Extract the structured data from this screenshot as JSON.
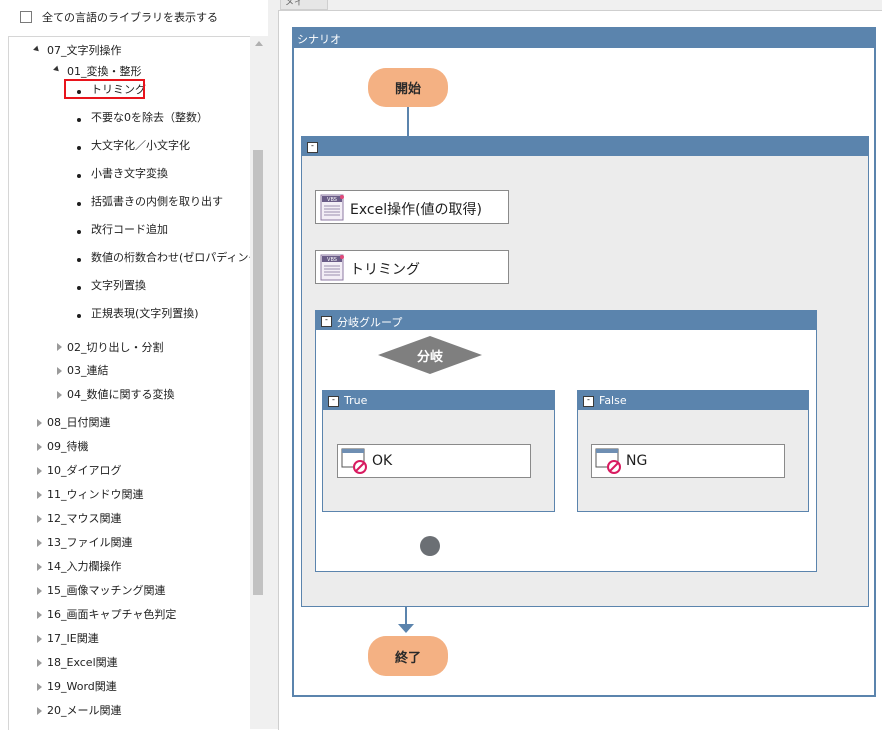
{
  "left_panel": {
    "show_all_languages": {
      "label": "全ての言語のライブラリを表示する",
      "checked": false
    },
    "tree": {
      "cat07": "07_文字列操作",
      "cat07_01": "01_変換・整形",
      "items": [
        "トリミング",
        "不要な0を除去（整数）",
        "大文字化／小文字化",
        "小書き文字変換",
        "括弧書きの内側を取り出す",
        "改行コード追加",
        "数値の桁数合わせ(ゼロパディング",
        "文字列置換",
        "正規表現(文字列置換)"
      ],
      "subcats": [
        "02_切り出し・分割",
        "03_連結",
        "04_数値に関する変換"
      ],
      "categories": [
        "08_日付関連",
        "09_待機",
        "10_ダイアログ",
        "11_ウィンドウ関連",
        "12_マウス関連",
        "13_ファイル関連",
        "14_入力欄操作",
        "15_画像マッチング関連",
        "16_画面キャプチャ色判定",
        "17_IE関連",
        "18_Excel関連",
        "19_Word関連",
        "20_メール関連"
      ],
      "selected": "トリミング"
    }
  },
  "flow": {
    "tab_label": "メイ",
    "scenario_title": "シナリオ",
    "start_label": "開始",
    "end_label": "終了",
    "group_min_symbol": "-",
    "action_excel": "Excel操作(値の取得)",
    "action_trim": "トリミング",
    "branch_group_title": "分岐グループ",
    "branch_label": "分岐",
    "true_title": "True",
    "false_title": "False",
    "ok_label": "OK",
    "ng_label": "NG",
    "vbs_text": "VBS"
  },
  "colors": {
    "accent": "#5b84ad",
    "terminal": "#f4b183",
    "branch": "#7f7f7f",
    "selection": "#e8141c"
  }
}
